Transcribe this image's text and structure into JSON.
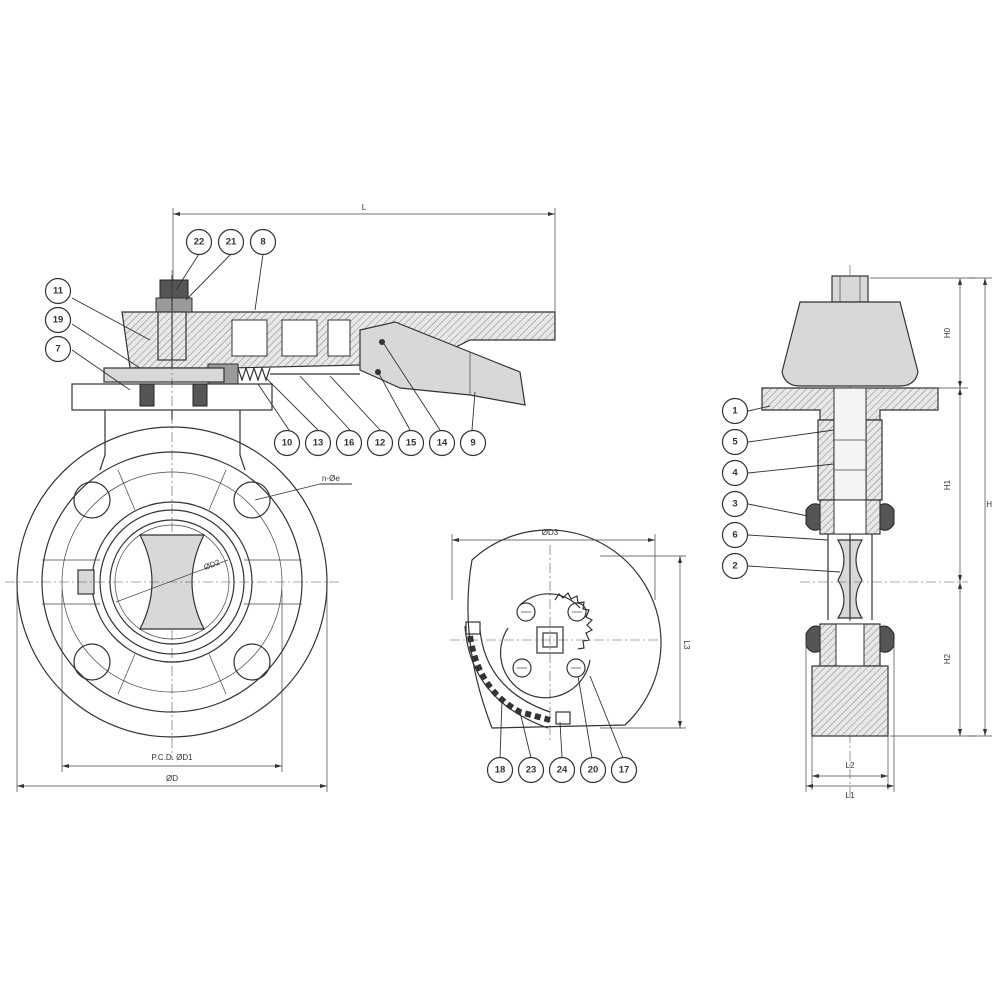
{
  "dimensions": {
    "L": "L",
    "n_phi_e": "n-Øe",
    "phi_d": "ØD2",
    "pcd": "P.C.D. ØD1",
    "phi_d_outer": "ØD",
    "phi_d3": "ØD3",
    "L3": "L3",
    "H": "H",
    "H0": "H0",
    "H1": "H1",
    "H2": "H2",
    "L1": "L1",
    "L2": "L2"
  },
  "balloons": {
    "front_top": [
      "22",
      "21",
      "8"
    ],
    "front_left": [
      "11",
      "19",
      "7"
    ],
    "front_bottom": [
      "10",
      "13",
      "16",
      "12",
      "15",
      "14",
      "9"
    ],
    "detail_bottom": [
      "18",
      "23",
      "24",
      "20",
      "17"
    ],
    "side_left": [
      "1",
      "5",
      "4",
      "3",
      "6",
      "2"
    ]
  }
}
